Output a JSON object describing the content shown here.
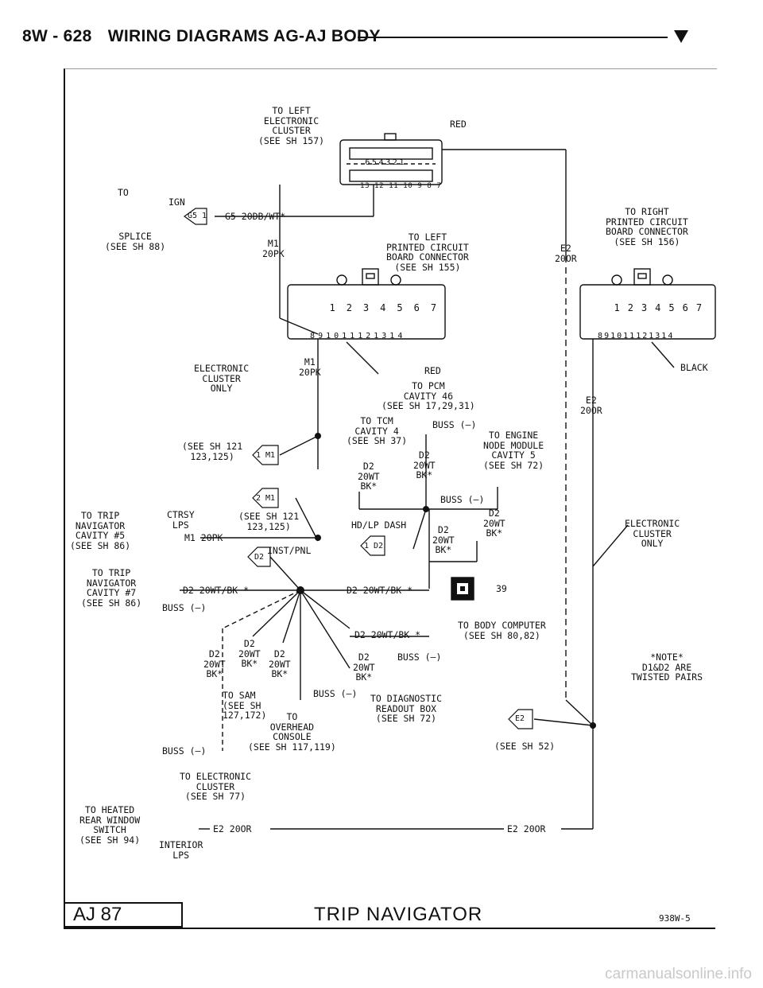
{
  "header": {
    "page_id": "8W - 628",
    "section": "WIRING DIAGRAMS AG-AJ BODY"
  },
  "footer": {
    "model": "AJ 87",
    "title": "TRIP NAVIGATOR",
    "code": "938W-5"
  },
  "watermark": "carmanualsonline.info",
  "labels": {
    "to_left_cluster": "TO LEFT\nELECTRONIC\nCLUSTER\n(SEE SH 157)",
    "red_top": "RED",
    "cluster_pins_top": [
      "6",
      "5",
      "4",
      "3",
      "2",
      "1"
    ],
    "cluster_pins_bottom": [
      "13",
      "12",
      "11",
      "10",
      "9",
      "8",
      "7"
    ],
    "to_splice": "TO",
    "ign": "IGN",
    "splice_id": "G5 1",
    "g5_wire": "G5 20DB/WT*",
    "splice": "SPLICE\n(SEE SH 88)",
    "m1_top": "M1\n20PK",
    "to_left_pcb": "TO LEFT\nPRINTED CIRCUIT\nBOARD CONNECTOR\n(SEE SH 155)",
    "e2_top": "E2\n20OR",
    "to_right_pcb": "TO RIGHT\nPRINTED CIRCUIT\nBOARD CONNECTOR\n(SEE SH 156)",
    "pcb_pins_top": [
      "1",
      "2",
      "3",
      "4",
      "5",
      "6",
      "7"
    ],
    "pcb_pins_bottom": [
      "8",
      "9",
      "10",
      "11",
      "12",
      "13",
      "14"
    ],
    "red_mid": "RED",
    "black": "BLACK",
    "ec_only_left": "ELECTRONIC\nCLUSTER\nONLY",
    "m1_mid": "M1\n20PK",
    "to_pcm": "TO PCM\nCAVITY 46\n(SEE SH 17,29,31)",
    "e2_right": "E2\n20OR",
    "to_tcm": "TO TCM\nCAVITY 4\n(SEE SH 37)",
    "buss_1": "BUSS (—)",
    "to_engine": "TO ENGINE\nNODE MODULE\nCAVITY 5\n(SEE SH 72)",
    "see_121_a": "(SEE SH 121\n123,125)",
    "splice_1_m1": "1 M1",
    "d2_tcm": "D2\n20WT\nBK*",
    "d2_mid": "D2\n20WT\nBK*",
    "splice_2_m1": "2 M1",
    "buss_2": "BUSS (—)",
    "to_trip_5": "TO TRIP\nNAVIGATOR\nCAVITY #5\n(SEE SH 86)",
    "ctrsy_lps": "CTRSY\nLPS",
    "see_121_b": "(SEE SH 121\n123,125)",
    "m1_20pk_line": "M1 20PK",
    "hdlp_dash": "HD/LP DASH",
    "d2_hdlp": "D2\n20WT\nBK*",
    "d2_right": "D2\n20WT\nBK*",
    "splice_1_d2": "1 D2",
    "ec_only_right": "ELECTRONIC\nCLUSTER\nONLY",
    "inst_pnl": "INST/PNL",
    "splice_d2": "D2",
    "to_trip_7": "TO TRIP\nNAVIGATOR\nCAVITY #7\n(SEE SH 86)",
    "d2_left_line": "D2 20WT/BK *",
    "buss_3": "BUSS (—)",
    "d2_right_line": "D2 20WT/BK *",
    "ground_num": "39",
    "d2_body": "D2 20WT/BK *",
    "to_body": "TO BODY COMPUTER\n(SEE SH 80,82)",
    "d2_col1": "D2\n20WT\nBK*",
    "d2_col2": "D2\n20WT\nBK*",
    "d2_col3": "D2\n20WT\nBK*",
    "d2_col4": "D2\n20WT\nBK*",
    "buss_4": "BUSS (—)",
    "note": "*NOTE*\nD1&D2 ARE\nTWISTED PAIRS",
    "to_sam": "TO SAM\n(SEE SH\n127,172)",
    "buss_5": "BUSS (—)",
    "to_diag": "TO DIAGNOSTIC\nREADOUT BOX\n(SEE SH 72)",
    "to_overhead": "TO\nOVERHEAD\nCONSOLE\n(SEE SH 117,119)",
    "splice_e2": "E2",
    "buss_6": "BUSS (—)",
    "see_52": "(SEE SH 52)",
    "to_ec_77": "TO ELECTRONIC\nCLUSTER\n(SEE SH 77)",
    "to_heated": "TO HEATED\nREAR WINDOW\nSWITCH\n(SEE SH 94)",
    "e2_bottom_left": "E2 20OR",
    "e2_bottom_right": "E2 20OR",
    "interior_lps": "INTERIOR\nLPS"
  }
}
